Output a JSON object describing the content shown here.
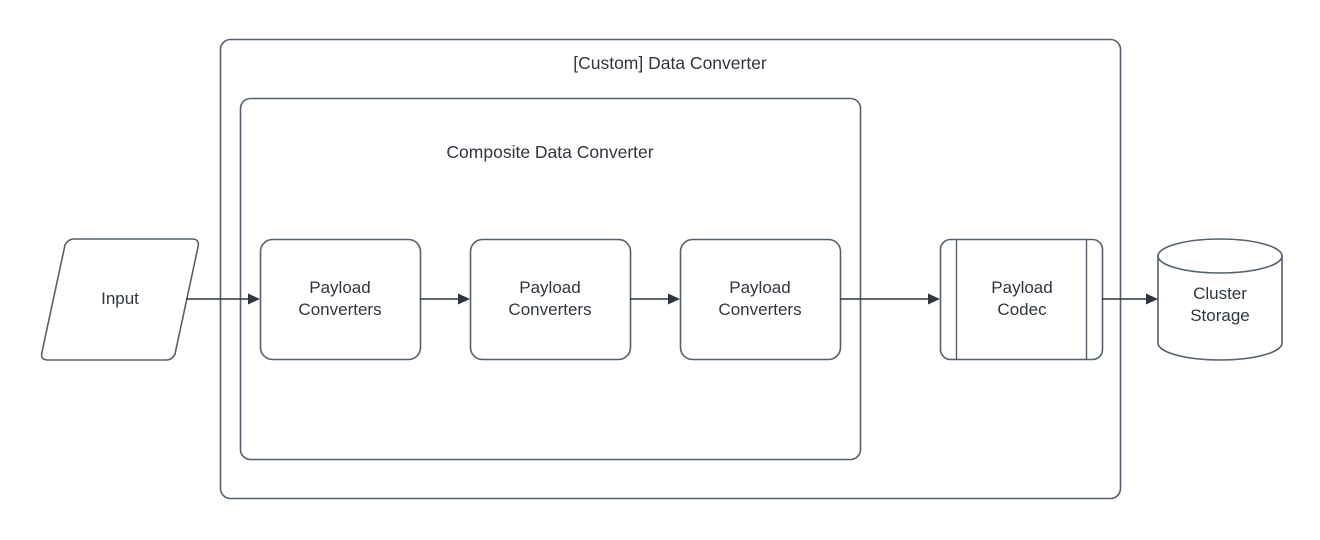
{
  "diagram": {
    "title": "[Custom] Data Converter",
    "background_color": "#ffffff",
    "stroke_color": "#55606e",
    "text_color": "#2f3640",
    "arrow_color": "#2f3640",
    "containers": [
      {
        "id": "custom-data-converter",
        "label": "[Custom] Data Converter",
        "shape": "rounded-rect"
      },
      {
        "id": "composite-data-converter",
        "label": "Composite Data Converter",
        "shape": "rounded-rect"
      }
    ],
    "nodes": [
      {
        "id": "input",
        "label": "Input",
        "shape": "parallelogram"
      },
      {
        "id": "payload-converters-1",
        "label": "Payload\nConverters",
        "shape": "rounded-rect"
      },
      {
        "id": "payload-converters-2",
        "label": "Payload\nConverters",
        "shape": "rounded-rect"
      },
      {
        "id": "payload-converters-3",
        "label": "Payload\nConverters",
        "shape": "rounded-rect"
      },
      {
        "id": "payload-codec",
        "label": "Payload\nCodec",
        "shape": "module"
      },
      {
        "id": "cluster-storage",
        "label": "Cluster\nStorage",
        "shape": "cylinder"
      }
    ],
    "edges": [
      {
        "id": "input-to-pc1",
        "from": "input",
        "to": "payload-converters-1",
        "arrow": "single"
      },
      {
        "id": "pc1-to-pc2",
        "from": "payload-converters-1",
        "to": "payload-converters-2",
        "arrow": "single"
      },
      {
        "id": "pc2-to-pc3",
        "from": "payload-converters-2",
        "to": "payload-converters-3",
        "arrow": "single"
      },
      {
        "id": "pc3-to-codec",
        "from": "payload-converters-3",
        "to": "payload-codec",
        "arrow": "single"
      },
      {
        "id": "codec-to-storage",
        "from": "payload-codec",
        "to": "cluster-storage",
        "arrow": "single"
      }
    ]
  }
}
